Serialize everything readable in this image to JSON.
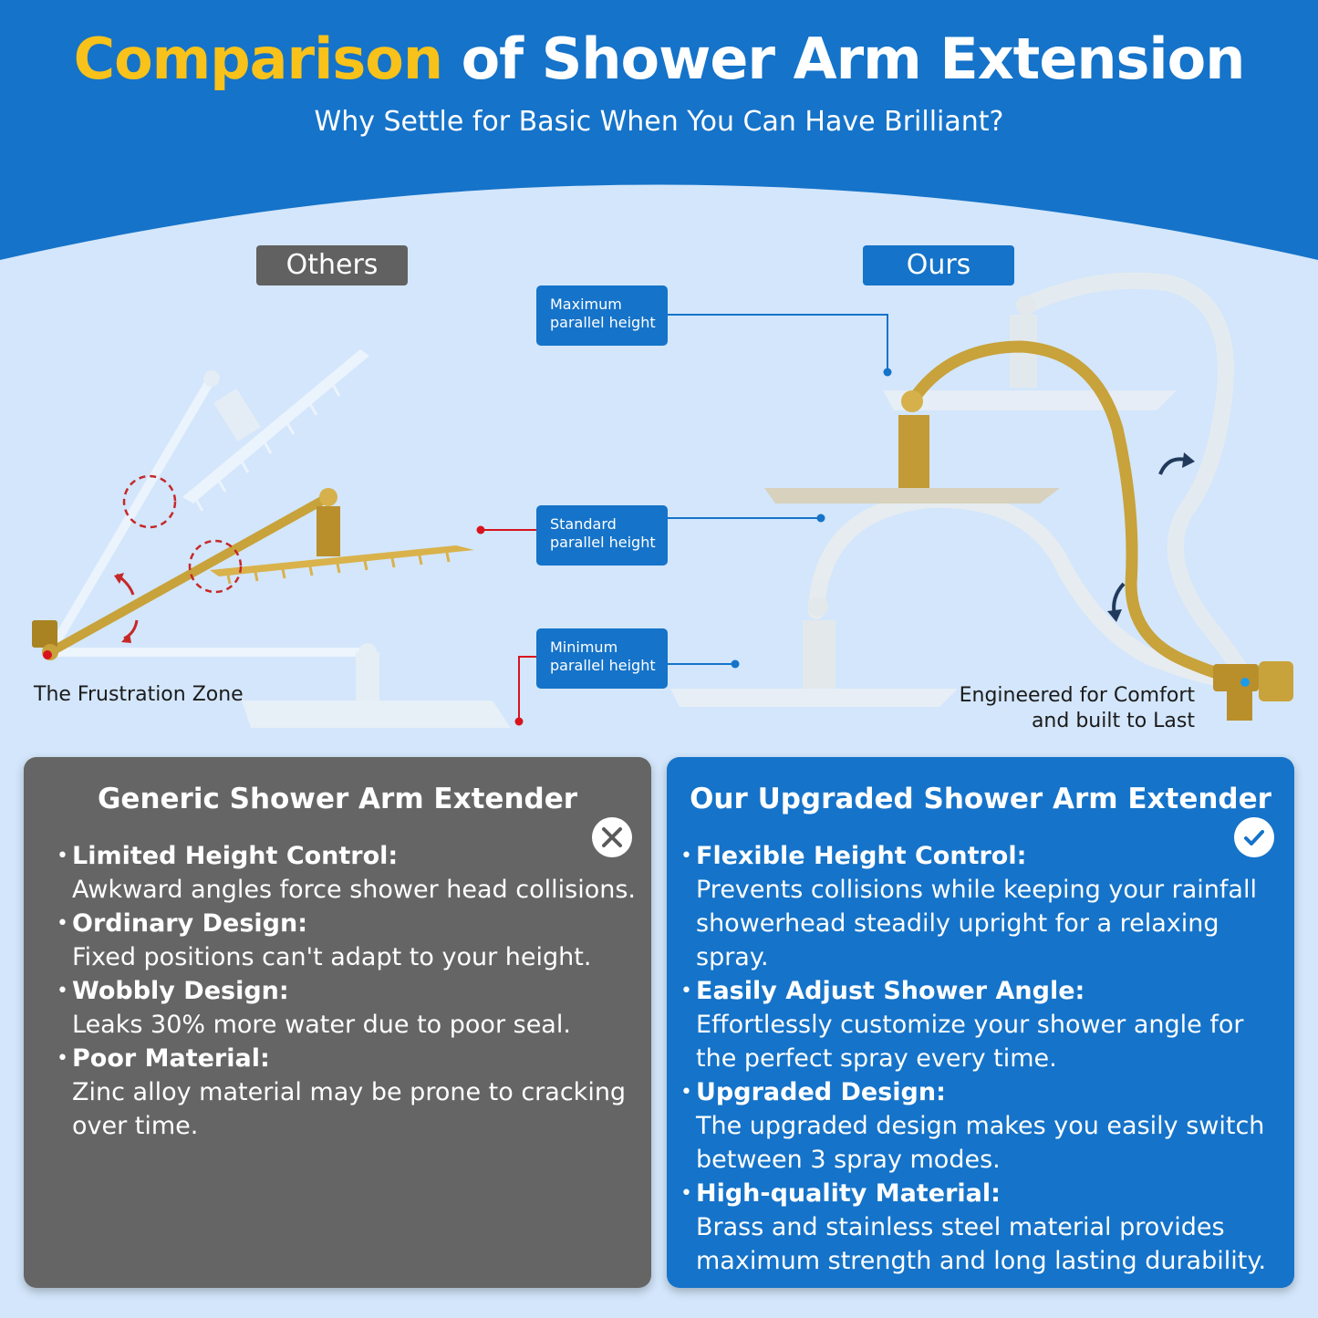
{
  "header": {
    "title_highlight": "Comparison",
    "title_rest": "of Shower Arm Extension",
    "subtitle": "Why Settle for Basic When You Can Have Brilliant?"
  },
  "tags": {
    "others": "Others",
    "ours": "Ours"
  },
  "heights": {
    "maximum": [
      "Maximum",
      "parallel height"
    ],
    "standard": [
      "Standard",
      "parallel height"
    ],
    "minimum": [
      "Minimum",
      "parallel height"
    ]
  },
  "captions": {
    "frustration": "The Frustration Zone",
    "engineered": [
      "Engineered for Comfort",
      "and built to Last"
    ]
  },
  "generic_card": {
    "title": "Generic Shower Arm Extender",
    "icon": "close-icon",
    "items": [
      {
        "label": "Limited Height Control:",
        "text": "Awkward angles force shower head collisions."
      },
      {
        "label": "Ordinary Design:",
        "text": "Fixed positions can't adapt to your height."
      },
      {
        "label": "Wobbly Design:",
        "text": "Leaks 30% more water due to poor seal."
      },
      {
        "label": "Poor Material:",
        "text": "Zinc alloy material may be prone to cracking over time."
      }
    ]
  },
  "our_card": {
    "title": "Our Upgraded Shower Arm Extender",
    "icon": "check-icon",
    "items": [
      {
        "label": "Flexible Height Control:",
        "text": "Prevents collisions while keeping your rainfall showerhead steadily upright for a relaxing spray."
      },
      {
        "label": "Easily Adjust Shower Angle:",
        "text": "Effortlessly customize your shower angle for the perfect spray every time."
      },
      {
        "label": "Upgraded Design:",
        "text": "The upgraded design makes you easily switch between 3 spray modes."
      },
      {
        "label": "High-quality Material:",
        "text": "Brass and stainless steel material provides maximum strength and long lasting durability."
      }
    ]
  },
  "colors": {
    "brand_blue": "#1573c9",
    "highlight_yellow": "#f8c21a",
    "generic_gray": "#656565",
    "background_light": "#d3e6fb",
    "gold": "#c8a23a",
    "marker_red": "#d7141e"
  }
}
